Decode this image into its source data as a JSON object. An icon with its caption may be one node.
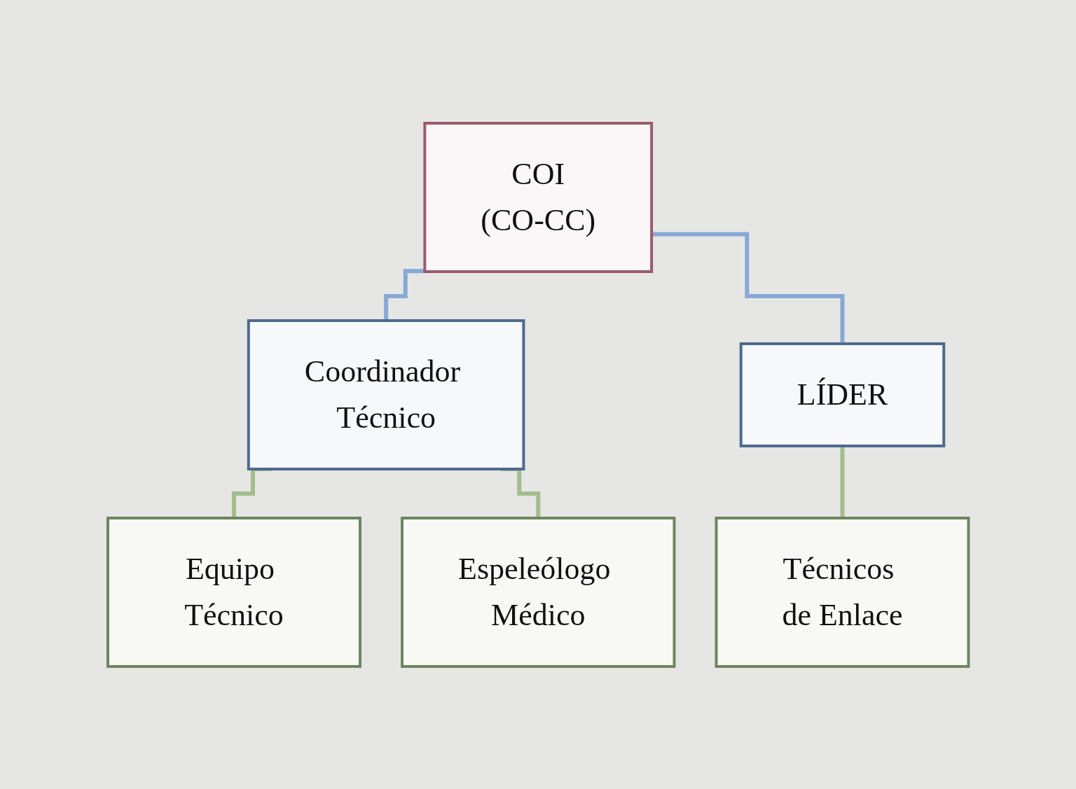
{
  "diagram": {
    "nodes": [
      {
        "text": [
          "COI",
          "(CO-CC)"
        ]
      },
      {
        "text": [
          "Coordinador Técnico"
        ]
      },
      {
        "text": [
          "LÍDER"
        ]
      },
      {
        "text": [
          "Equipo Técnico"
        ]
      },
      {
        "text": [
          "Espeleólogo Médico"
        ]
      },
      {
        "text": [
          "Técnicos de Enlace"
        ]
      }
    ],
    "edges": [
      {
        "from": 0,
        "to": 1,
        "arrow": "none",
        "color": "#86a9d6"
      },
      {
        "from": 0,
        "to": 2,
        "arrow": "none",
        "color": "#86a9d6"
      },
      {
        "from": 1,
        "to": 3,
        "arrow": "none"
      },
      {
        "from": 1,
        "to": 4,
        "arrow": "none"
      },
      {
        "from": 2,
        "to": 5,
        "arrow": "none"
      }
    ]
  }
}
